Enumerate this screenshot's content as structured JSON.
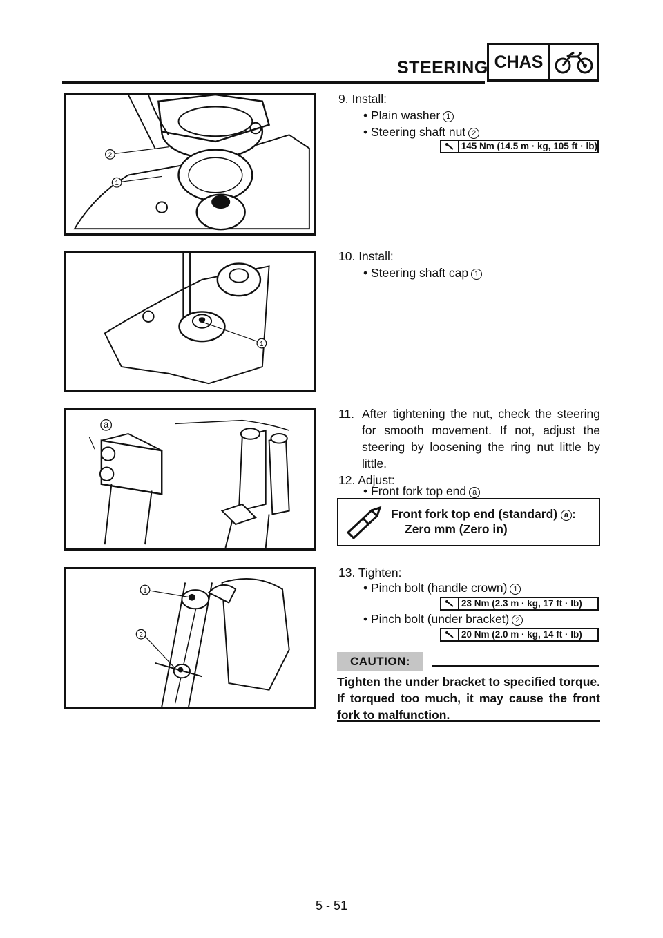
{
  "header": {
    "title": "STEERING",
    "section_badge": "CHAS",
    "section_icon": "motorcycle-icon"
  },
  "steps": {
    "s9": {
      "title": "9.  Install:",
      "items": [
        "Plain washer",
        "Steering shaft nut"
      ],
      "refs": [
        "1",
        "2"
      ],
      "torque": "145 Nm (14.5 m · kg, 105 ft · lb)"
    },
    "s10": {
      "title": "10. Install:",
      "item": "Steering shaft cap",
      "ref": "1"
    },
    "s11": {
      "num": "11.",
      "line1": "After tightening the nut, check the steering",
      "line2": "for smooth movement. If not, adjust the",
      "line3": "steering by loosening the ring nut little by",
      "line4": "little."
    },
    "s12": {
      "title": "12. Adjust:",
      "item": "Front fork top end",
      "ref": "a",
      "spec_label": "Front fork top end (standard)",
      "spec_ref": "a",
      "spec_suffix": ":",
      "spec_value": "Zero mm (Zero in)"
    },
    "s13": {
      "title": "13. Tighten:",
      "items": [
        "Pinch bolt (handle crown)",
        "Pinch bolt (under bracket)"
      ],
      "refs": [
        "1",
        "2"
      ],
      "torques": [
        "23 Nm (2.3 m · kg, 17 ft · lb)",
        "20 Nm (2.0 m · kg, 14 ft · lb)"
      ]
    }
  },
  "caution": {
    "label": "CAUTION:",
    "text": "Tighten the under bracket to specified torque. If torqued too much, it may cause the front fork to malfunction."
  },
  "figures": {
    "fig1_labels": [
      "2",
      "1"
    ],
    "fig2_labels": [
      "1"
    ],
    "fig3_labels": [
      "a"
    ],
    "fig4_labels": [
      "1",
      "2"
    ]
  },
  "footer": {
    "page": "5 - 51"
  }
}
